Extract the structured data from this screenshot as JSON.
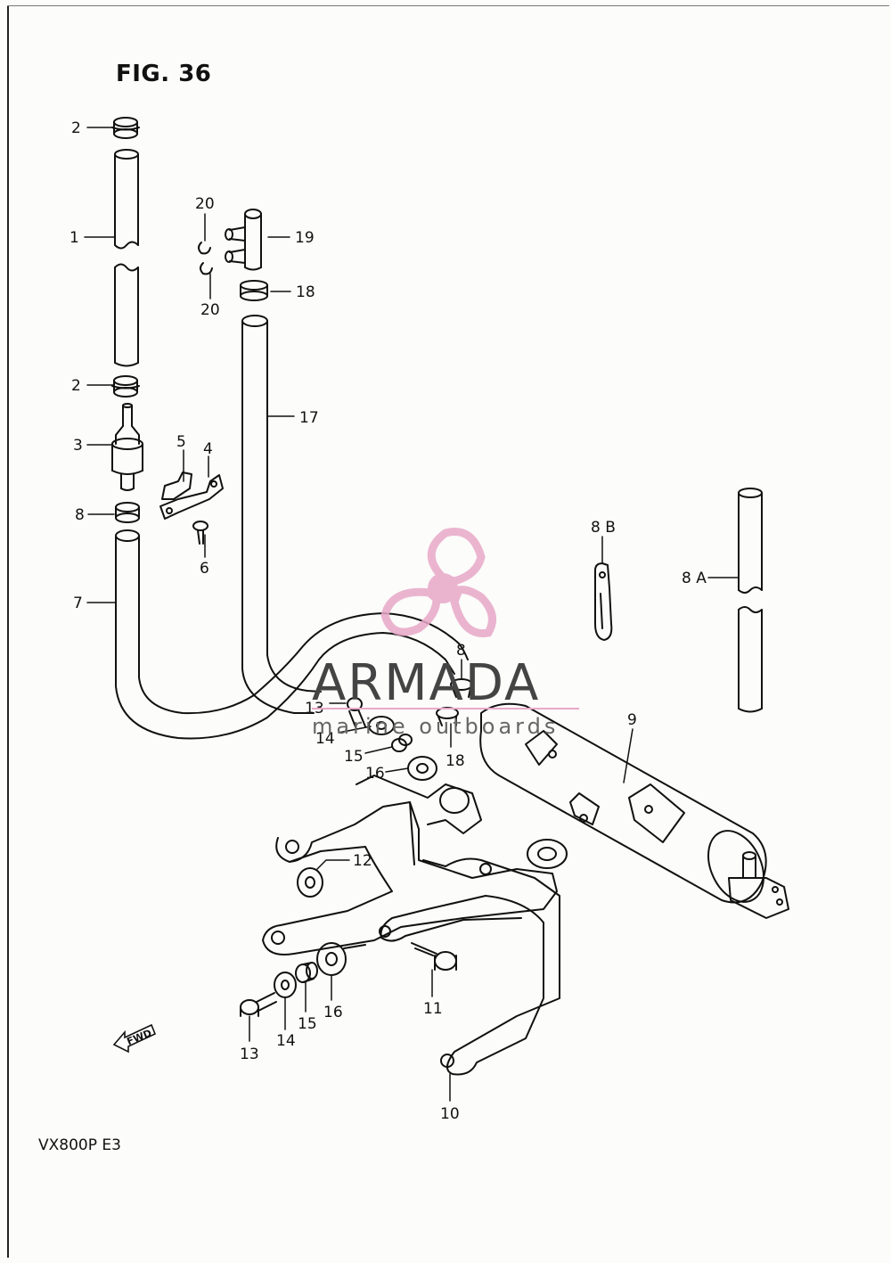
{
  "figure": {
    "title": "FIG. 36",
    "model_code": "VX800P  E3",
    "direction_marker": "FWD"
  },
  "watermark": {
    "brand": "ARMADA",
    "tagline": "marine outboards",
    "logo_color": "#e8a8c8",
    "text_color": "#444444"
  },
  "callouts": {
    "c1": "1",
    "c2a": "2",
    "c2b": "2",
    "c3": "3",
    "c4": "4",
    "c5": "5",
    "c6": "6",
    "c7": "7",
    "c8a": "8",
    "c8b": "8",
    "c8A": "8 A",
    "c8B": "8 B",
    "c9": "9",
    "c10": "10",
    "c11": "11",
    "c12": "12",
    "c13a": "13",
    "c13b": "13",
    "c14a": "14",
    "c14b": "14",
    "c15a": "15",
    "c15b": "15",
    "c16a": "16",
    "c16b": "16",
    "c17": "17",
    "c18a": "18",
    "c18b": "18",
    "c19": "19",
    "c20a": "20",
    "c20b": "20"
  },
  "icons": {
    "logo": "propeller-logo-icon",
    "direction": "fwd-arrow-icon"
  }
}
